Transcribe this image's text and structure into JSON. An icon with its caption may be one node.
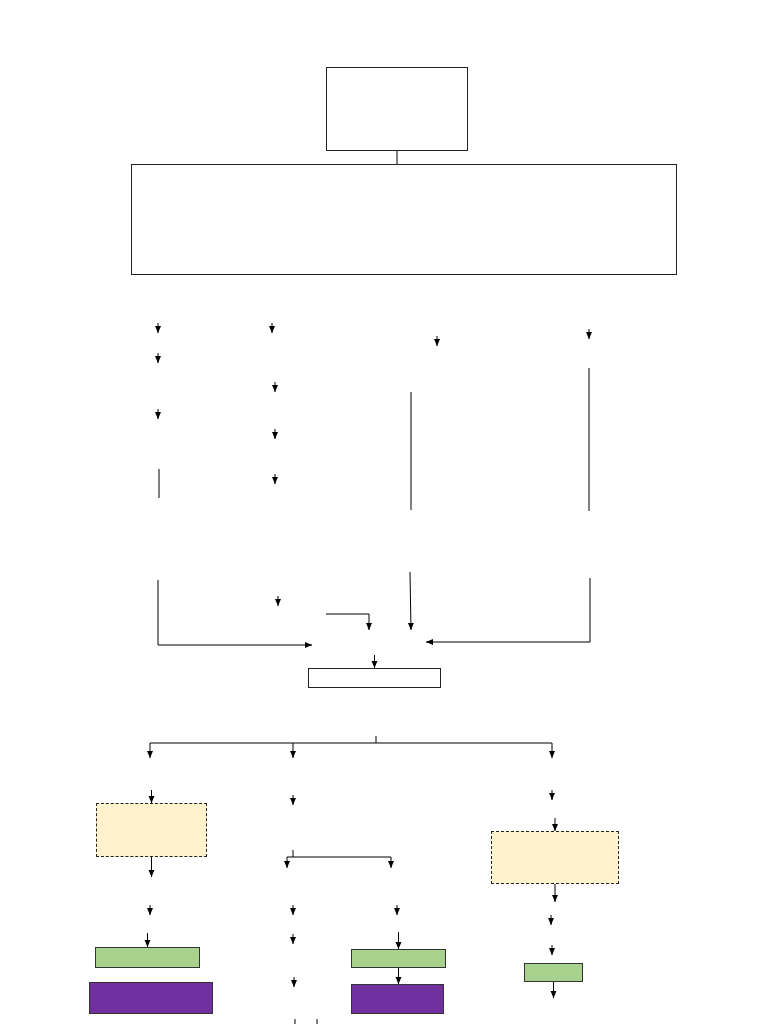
{
  "diagram": {
    "nodes": [
      {
        "text": [],
        "shape": "box"
      },
      {
        "text": [],
        "shape": "box"
      },
      {
        "text": [],
        "shape": "box"
      },
      {
        "text": [],
        "shape": "box"
      },
      {
        "text": [],
        "shape": "box"
      },
      {
        "text": [],
        "shape": "box"
      },
      {
        "text": [],
        "shape": "box"
      },
      {
        "text": [],
        "shape": "box"
      },
      {
        "text": [],
        "shape": "box"
      },
      {
        "text": [],
        "shape": "box"
      }
    ],
    "edges": [
      {
        "from": 0,
        "to": 1,
        "arrow": "none"
      },
      {
        "from": null,
        "to": 2,
        "arrow": "to"
      },
      {
        "from": null,
        "to": 3,
        "arrow": "to"
      },
      {
        "from": 3,
        "to": null,
        "arrow": "to"
      },
      {
        "from": null,
        "to": 4,
        "arrow": "to"
      },
      {
        "from": 4,
        "to": null,
        "arrow": "to"
      },
      {
        "from": null,
        "to": 5,
        "arrow": "to"
      },
      {
        "from": null,
        "to": 7,
        "arrow": "to"
      },
      {
        "from": 7,
        "to": 8,
        "arrow": "to"
      },
      {
        "from": 9,
        "to": null,
        "arrow": "to"
      }
    ]
  }
}
